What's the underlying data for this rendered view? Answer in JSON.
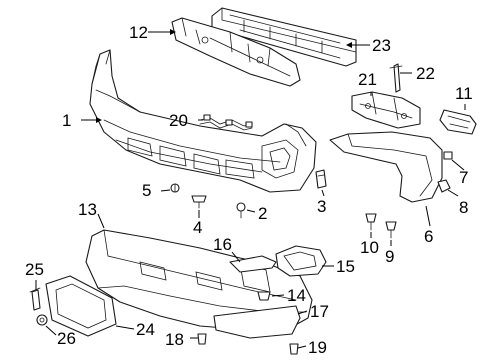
{
  "diagram": {
    "callouts": [
      {
        "id": "c1",
        "text": "1"
      },
      {
        "id": "c2",
        "text": "2"
      },
      {
        "id": "c3",
        "text": "3"
      },
      {
        "id": "c4",
        "text": "4"
      },
      {
        "id": "c5",
        "text": "5"
      },
      {
        "id": "c6",
        "text": "6"
      },
      {
        "id": "c7",
        "text": "7"
      },
      {
        "id": "c8",
        "text": "8"
      },
      {
        "id": "c9",
        "text": "9"
      },
      {
        "id": "c10",
        "text": "10"
      },
      {
        "id": "c11",
        "text": "11"
      },
      {
        "id": "c12",
        "text": "12"
      },
      {
        "id": "c13",
        "text": "13"
      },
      {
        "id": "c14",
        "text": "14"
      },
      {
        "id": "c15",
        "text": "15"
      },
      {
        "id": "c16",
        "text": "16"
      },
      {
        "id": "c17",
        "text": "17"
      },
      {
        "id": "c18",
        "text": "18"
      },
      {
        "id": "c19",
        "text": "19"
      },
      {
        "id": "c20",
        "text": "20"
      },
      {
        "id": "c21",
        "text": "21"
      },
      {
        "id": "c22",
        "text": "22"
      },
      {
        "id": "c23",
        "text": "23"
      },
      {
        "id": "c24",
        "text": "24"
      },
      {
        "id": "c25",
        "text": "25"
      },
      {
        "id": "c26",
        "text": "26"
      }
    ]
  }
}
